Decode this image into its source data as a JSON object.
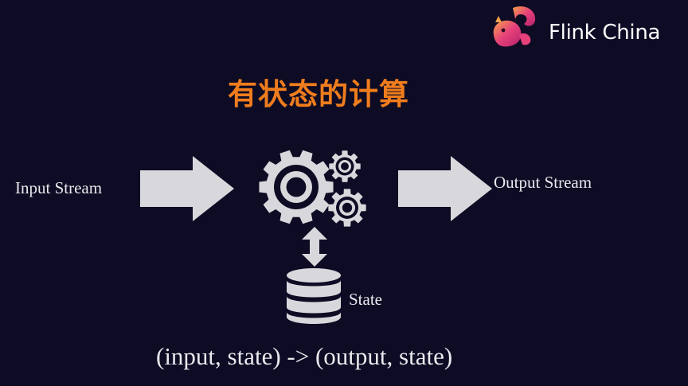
{
  "slide": {
    "logo_text": "Flink China",
    "title": "有状态的计算",
    "input_label": "Input Stream",
    "output_label": "Output Stream",
    "state_label": "State",
    "formula": "(input, state) -> (output,  state)"
  },
  "colors": {
    "background": "#0e0b24",
    "title": "#f07d1d",
    "icon_fill": "#d8d8dc",
    "text": "#e9e9ee"
  },
  "icons": [
    "flink-squirrel-logo",
    "arrow-right",
    "gears",
    "double-arrow-vertical",
    "database"
  ]
}
